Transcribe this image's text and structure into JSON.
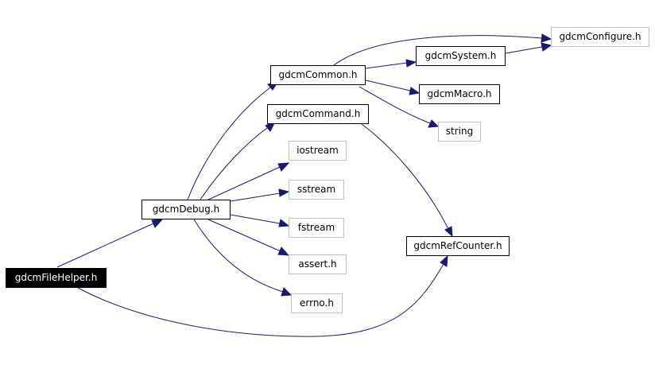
{
  "nodes": {
    "file_helper": "gdcmFileHelper.h",
    "debug": "gdcmDebug.h",
    "common": "gdcmCommon.h",
    "command": "gdcmCommand.h",
    "system": "gdcmSystem.h",
    "configure": "gdcmConfigure.h",
    "macro": "gdcmMacro.h",
    "string": "string",
    "iostream": "iostream",
    "sstream": "sstream",
    "fstream": "fstream",
    "assert": "assert.h",
    "errno": "errno.h",
    "ref_counter": "gdcmRefCounter.h"
  },
  "colors": {
    "edge": "#191970",
    "documented_border": "#000000",
    "undocumented_border": "#bfbfbf",
    "root_fill": "#000000",
    "root_text": "#ffffff"
  }
}
